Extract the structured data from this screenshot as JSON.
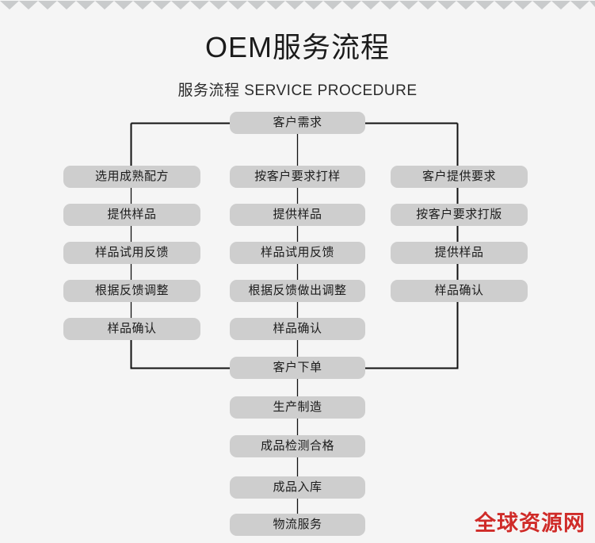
{
  "page": {
    "background_color": "#f5f5f5",
    "box_color": "#cecece",
    "line_color": "#111111",
    "watermark_color": "#cf2b28"
  },
  "header": {
    "title": "OEM服务流程",
    "subtitle": "服务流程 SERVICE PROCEDURE"
  },
  "flow": {
    "root": "客户需求",
    "merge": "客户下单",
    "columns": {
      "left": [
        "选用成熟配方",
        "提供样品",
        "样品试用反馈",
        "根据反馈调整",
        "样品确认"
      ],
      "middle": [
        "按客户要求打样",
        "提供样品",
        "样品试用反馈",
        "根据反馈做出调整",
        "样品确认"
      ],
      "right": [
        "客户提供要求",
        "按客户要求打版",
        "提供样品",
        "样品确认"
      ]
    },
    "tail": [
      "生产制造",
      "成品检测合格",
      "成品入库",
      "物流服务"
    ]
  },
  "watermark": {
    "text": "全球资源网"
  }
}
